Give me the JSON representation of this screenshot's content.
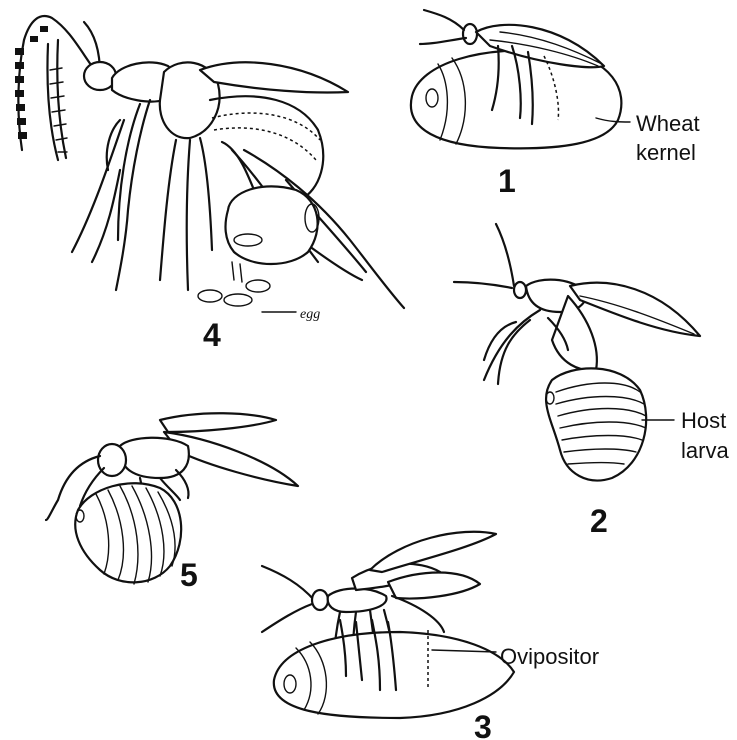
{
  "labels": {
    "wheat_kernel_line1": "Wheat",
    "wheat_kernel_line2": "kernel",
    "host_larva_line1": "Host",
    "host_larva_line2": "larva",
    "ovipositor": "Ovipositor",
    "egg": "egg"
  },
  "panels": {
    "p1": "1",
    "p2": "2",
    "p3": "3",
    "p4": "4",
    "p5": "5"
  }
}
